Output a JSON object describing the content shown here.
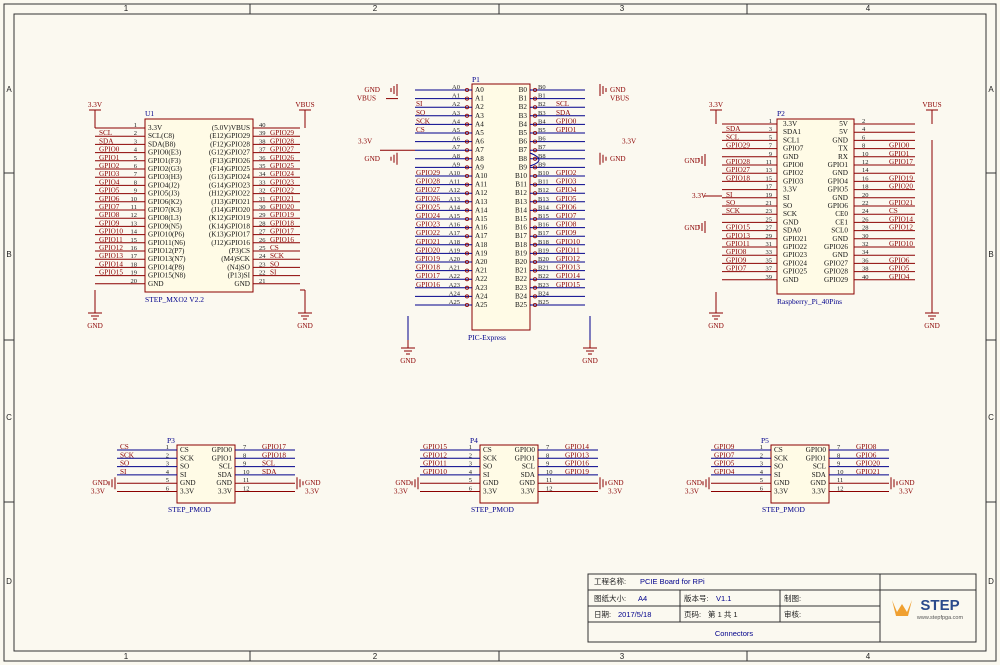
{
  "frame": {
    "columns": [
      "1",
      "2",
      "3",
      "4"
    ],
    "rows": [
      "A",
      "B",
      "C",
      "D"
    ]
  },
  "u1": {
    "designator": "U1",
    "name": "STEP_MXO2 V2.2",
    "left_pins": [
      {
        "num": "1",
        "name": "3.3V",
        "net": ""
      },
      {
        "num": "2",
        "name": "SCL(C8)",
        "net": "SCL"
      },
      {
        "num": "3",
        "name": "SDA(B8)",
        "net": "SDA"
      },
      {
        "num": "4",
        "name": "GPIO0(E3)",
        "net": "GPIO0"
      },
      {
        "num": "5",
        "name": "GPIO1(F3)",
        "net": "GPIO1"
      },
      {
        "num": "6",
        "name": "GPIO2(G3)",
        "net": "GPIO2"
      },
      {
        "num": "7",
        "name": "GPIO3(H3)",
        "net": "GPIO3"
      },
      {
        "num": "8",
        "name": "GPIO4(J2)",
        "net": "GPIO4"
      },
      {
        "num": "9",
        "name": "GPIO5(J3)",
        "net": "GPIO5"
      },
      {
        "num": "10",
        "name": "GPIO6(K2)",
        "net": "GPIO6"
      },
      {
        "num": "11",
        "name": "GPIO7(K3)",
        "net": "GPIO7"
      },
      {
        "num": "12",
        "name": "GPIO8(L3)",
        "net": "GPIO8"
      },
      {
        "num": "13",
        "name": "GPIO9(N5)",
        "net": "GPIO9"
      },
      {
        "num": "14",
        "name": "GPIO10(P6)",
        "net": "GPIO10"
      },
      {
        "num": "15",
        "name": "GPIO11(N6)",
        "net": "GPIO11"
      },
      {
        "num": "16",
        "name": "GPIO12(P7)",
        "net": "GPIO12"
      },
      {
        "num": "17",
        "name": "GPIO13(N7)",
        "net": "GPIO13"
      },
      {
        "num": "18",
        "name": "GPIO14(P8)",
        "net": "GPIO14"
      },
      {
        "num": "19",
        "name": "GPIO15(N8)",
        "net": "GPIO15"
      },
      {
        "num": "20",
        "name": "GND",
        "net": ""
      }
    ],
    "right_pins": [
      {
        "num": "40",
        "name": "(5.0V)VBUS",
        "net": ""
      },
      {
        "num": "39",
        "name": "(E12)GPIO29",
        "net": "GPIO29"
      },
      {
        "num": "38",
        "name": "(F12)GPIO28",
        "net": "GPIO28"
      },
      {
        "num": "37",
        "name": "(G12)GPIO27",
        "net": "GPIO27"
      },
      {
        "num": "36",
        "name": "(F13)GPIO26",
        "net": "GPIO26"
      },
      {
        "num": "35",
        "name": "(F14)GPIO25",
        "net": "GPIO25"
      },
      {
        "num": "34",
        "name": "(G13)GPIO24",
        "net": "GPIO24"
      },
      {
        "num": "33",
        "name": "(G14)GPIO23",
        "net": "GPIO23"
      },
      {
        "num": "32",
        "name": "(H12)GPIO22",
        "net": "GPIO22"
      },
      {
        "num": "31",
        "name": "(J13)GPIO21",
        "net": "GPIO21"
      },
      {
        "num": "30",
        "name": "(J14)GPIO20",
        "net": "GPIO20"
      },
      {
        "num": "29",
        "name": "(K12)GPIO19",
        "net": "GPIO19"
      },
      {
        "num": "28",
        "name": "(K14)GPIO18",
        "net": "GPIO18"
      },
      {
        "num": "27",
        "name": "(K13)GPIO17",
        "net": "GPIO17"
      },
      {
        "num": "26",
        "name": "(J12)GPIO16",
        "net": "GPIO16"
      },
      {
        "num": "25",
        "name": "(P3)CS",
        "net": "CS"
      },
      {
        "num": "24",
        "name": "(M4)SCK",
        "net": "SCK"
      },
      {
        "num": "23",
        "name": "(N4)SO",
        "net": "SO"
      },
      {
        "num": "22",
        "name": "(P13)SI",
        "net": "SI"
      },
      {
        "num": "21",
        "name": "GND",
        "net": ""
      }
    ],
    "power": {
      "left": "3.3V",
      "right": "VBUS",
      "gnd": "GND"
    }
  },
  "p1": {
    "designator": "P1",
    "name": "PIC-Express",
    "a_pins": [
      {
        "name": "A0",
        "net": "GND"
      },
      {
        "name": "A1",
        "net": "VBUS"
      },
      {
        "name": "A2",
        "net": "SI"
      },
      {
        "name": "A3",
        "net": "SO"
      },
      {
        "name": "A4",
        "net": "SCK"
      },
      {
        "name": "A5",
        "net": "CS"
      },
      {
        "name": "A6",
        "net": ""
      },
      {
        "name": "A7",
        "net": "3.3V"
      },
      {
        "name": "A8",
        "net": "GND"
      },
      {
        "name": "A9",
        "net": ""
      },
      {
        "name": "A10",
        "net": "GPIO29"
      },
      {
        "name": "A11",
        "net": "GPIO28"
      },
      {
        "name": "A12",
        "net": "GPIO27"
      },
      {
        "name": "A13",
        "net": "GPIO26"
      },
      {
        "name": "A14",
        "net": "GPIO25"
      },
      {
        "name": "A15",
        "net": "GPIO24"
      },
      {
        "name": "A16",
        "net": "GPIO23"
      },
      {
        "name": "A17",
        "net": "GPIO22"
      },
      {
        "name": "A18",
        "net": "GPIO21"
      },
      {
        "name": "A19",
        "net": "GPIO20"
      },
      {
        "name": "A20",
        "net": "GPIO19"
      },
      {
        "name": "A21",
        "net": "GPIO18"
      },
      {
        "name": "A22",
        "net": "GPIO17"
      },
      {
        "name": "A23",
        "net": "GPIO16"
      },
      {
        "name": "A24",
        "net": ""
      },
      {
        "name": "A25",
        "net": ""
      }
    ],
    "b_pins": [
      {
        "name": "B0",
        "net": "GND"
      },
      {
        "name": "B1",
        "net": "VBUS"
      },
      {
        "name": "B2",
        "net": "SCL"
      },
      {
        "name": "B3",
        "net": "SDA"
      },
      {
        "name": "B4",
        "net": "GPIO0"
      },
      {
        "name": "B5",
        "net": "GPIO1"
      },
      {
        "name": "B6",
        "net": "3.3V"
      },
      {
        "name": "B7",
        "net": ""
      },
      {
        "name": "B8",
        "net": "GND"
      },
      {
        "name": "B9",
        "net": ""
      },
      {
        "name": "B10",
        "net": "GPIO2"
      },
      {
        "name": "B11",
        "net": "GPIO3"
      },
      {
        "name": "B12",
        "net": "GPIO4"
      },
      {
        "name": "B13",
        "net": "GPIO5"
      },
      {
        "name": "B14",
        "net": "GPIO6"
      },
      {
        "name": "B15",
        "net": "GPIO7"
      },
      {
        "name": "B16",
        "net": "GPIO8"
      },
      {
        "name": "B17",
        "net": "GPIO9"
      },
      {
        "name": "B18",
        "net": "GPIO10"
      },
      {
        "name": "B19",
        "net": "GPIO11"
      },
      {
        "name": "B20",
        "net": "GPIO12"
      },
      {
        "name": "B21",
        "net": "GPIO13"
      },
      {
        "name": "B22",
        "net": "GPIO14"
      },
      {
        "name": "B23",
        "net": "GPIO15"
      },
      {
        "name": "B24",
        "net": ""
      },
      {
        "name": "B25",
        "net": ""
      }
    ]
  },
  "p2": {
    "designator": "P2",
    "name": "Raspberry_Pi_40Pins",
    "left_pins": [
      {
        "num": "1",
        "name": "3.3V",
        "net": ""
      },
      {
        "num": "3",
        "name": "SDA1",
        "net": "SDA"
      },
      {
        "num": "5",
        "name": "SCL1",
        "net": "SCL"
      },
      {
        "num": "7",
        "name": "GPIO7",
        "net": "GPIO29"
      },
      {
        "num": "9",
        "name": "GND",
        "net": ""
      },
      {
        "num": "11",
        "name": "GPIO0",
        "net": "GPIO28"
      },
      {
        "num": "13",
        "name": "GPIO2",
        "net": "GPIO27"
      },
      {
        "num": "15",
        "name": "GPIO3",
        "net": "GPIO18"
      },
      {
        "num": "17",
        "name": "3.3V",
        "net": ""
      },
      {
        "num": "19",
        "name": "SI",
        "net": "SI"
      },
      {
        "num": "21",
        "name": "SO",
        "net": "SO"
      },
      {
        "num": "23",
        "name": "SCK",
        "net": "SCK"
      },
      {
        "num": "25",
        "name": "GND",
        "net": ""
      },
      {
        "num": "27",
        "name": "SDA0",
        "net": "GPIO15"
      },
      {
        "num": "29",
        "name": "GPIO21",
        "net": "GPIO13"
      },
      {
        "num": "31",
        "name": "GPIO22",
        "net": "GPIO11"
      },
      {
        "num": "33",
        "name": "GPIO23",
        "net": "GPIO8"
      },
      {
        "num": "35",
        "name": "GPIO24",
        "net": "GPIO9"
      },
      {
        "num": "37",
        "name": "GPIO25",
        "net": "GPIO7"
      },
      {
        "num": "39",
        "name": "GND",
        "net": ""
      }
    ],
    "right_pins": [
      {
        "num": "2",
        "name": "5V",
        "net": ""
      },
      {
        "num": "4",
        "name": "5V",
        "net": ""
      },
      {
        "num": "6",
        "name": "GND",
        "net": ""
      },
      {
        "num": "8",
        "name": "TX",
        "net": "GPIO0"
      },
      {
        "num": "10",
        "name": "RX",
        "net": "GPIO1"
      },
      {
        "num": "12",
        "name": "GPIO1",
        "net": "GPIO17"
      },
      {
        "num": "14",
        "name": "GND",
        "net": ""
      },
      {
        "num": "16",
        "name": "GPIO4",
        "net": "GPIO19"
      },
      {
        "num": "18",
        "name": "GPIO5",
        "net": "GPIO20"
      },
      {
        "num": "20",
        "name": "GND",
        "net": ""
      },
      {
        "num": "22",
        "name": "GPIO6",
        "net": "GPIO21"
      },
      {
        "num": "24",
        "name": "CE0",
        "net": "CS"
      },
      {
        "num": "26",
        "name": "CE1",
        "net": "GPIO14"
      },
      {
        "num": "28",
        "name": "SCL0",
        "net": "GPIO12"
      },
      {
        "num": "30",
        "name": "GND",
        "net": ""
      },
      {
        "num": "32",
        "name": "GPIO26",
        "net": "GPIO10"
      },
      {
        "num": "34",
        "name": "GND",
        "net": ""
      },
      {
        "num": "36",
        "name": "GPIO27",
        "net": "GPIO6"
      },
      {
        "num": "38",
        "name": "GPIO28",
        "net": "GPIO5"
      },
      {
        "num": "40",
        "name": "GPIO29",
        "net": "GPIO4"
      }
    ],
    "power": {
      "left": "3.3V",
      "right": "VBUS",
      "gnd": "GND",
      "mid": "3.3V"
    }
  },
  "pmods": [
    {
      "designator": "P3",
      "name": "STEP_PMOD",
      "left": [
        {
          "num": "1",
          "name": "CS",
          "net": "CS"
        },
        {
          "num": "2",
          "name": "SCK",
          "net": "SCK"
        },
        {
          "num": "3",
          "name": "SO",
          "net": "SO"
        },
        {
          "num": "4",
          "name": "SI",
          "net": "SI"
        },
        {
          "num": "5",
          "name": "GND",
          "net": ""
        },
        {
          "num": "6",
          "name": "3.3V",
          "net": ""
        }
      ],
      "right": [
        {
          "num": "7",
          "name": "GPIO0",
          "net": "GPIO17"
        },
        {
          "num": "8",
          "name": "GPIO1",
          "net": "GPIO18"
        },
        {
          "num": "9",
          "name": "SCL",
          "net": "SCL"
        },
        {
          "num": "10",
          "name": "SDA",
          "net": "SDA"
        },
        {
          "num": "11",
          "name": "GND",
          "net": ""
        },
        {
          "num": "12",
          "name": "3.3V",
          "net": ""
        }
      ]
    },
    {
      "designator": "P4",
      "name": "STEP_PMOD",
      "left": [
        {
          "num": "1",
          "name": "CS",
          "net": "GPIO15"
        },
        {
          "num": "2",
          "name": "SCK",
          "net": "GPIO12"
        },
        {
          "num": "3",
          "name": "SO",
          "net": "GPIO11"
        },
        {
          "num": "4",
          "name": "SI",
          "net": "GPIO10"
        },
        {
          "num": "5",
          "name": "GND",
          "net": ""
        },
        {
          "num": "6",
          "name": "3.3V",
          "net": ""
        }
      ],
      "right": [
        {
          "num": "7",
          "name": "GPIO0",
          "net": "GPIO14"
        },
        {
          "num": "8",
          "name": "GPIO1",
          "net": "GPIO13"
        },
        {
          "num": "9",
          "name": "SCL",
          "net": "GPIO16"
        },
        {
          "num": "10",
          "name": "SDA",
          "net": "GPIO19"
        },
        {
          "num": "11",
          "name": "GND",
          "net": ""
        },
        {
          "num": "12",
          "name": "3.3V",
          "net": ""
        }
      ]
    },
    {
      "designator": "P5",
      "name": "STEP_PMOD",
      "left": [
        {
          "num": "1",
          "name": "CS",
          "net": "GPIO9"
        },
        {
          "num": "2",
          "name": "SCK",
          "net": "GPIO7"
        },
        {
          "num": "3",
          "name": "SO",
          "net": "GPIO5"
        },
        {
          "num": "4",
          "name": "SI",
          "net": "GPIO4"
        },
        {
          "num": "5",
          "name": "GND",
          "net": ""
        },
        {
          "num": "6",
          "name": "3.3V",
          "net": ""
        }
      ],
      "right": [
        {
          "num": "7",
          "name": "GPIO0",
          "net": "GPIO8"
        },
        {
          "num": "8",
          "name": "GPIO1",
          "net": "GPIO6"
        },
        {
          "num": "9",
          "name": "SCL",
          "net": "GPIO20"
        },
        {
          "num": "10",
          "name": "SDA",
          "net": "GPIO21"
        },
        {
          "num": "11",
          "name": "GND",
          "net": ""
        },
        {
          "num": "12",
          "name": "3.3V",
          "net": ""
        }
      ]
    }
  ],
  "pmod_power": {
    "gnd": "GND",
    "v33": "3.3V"
  },
  "title_block": {
    "project_label": "工程名称:",
    "project": "PCIE Board for RPi",
    "paper_label": "图纸大小:",
    "paper": "A4",
    "version_label": "版本号:",
    "version": "V1.1",
    "drawn_label": "制图:",
    "drawn": "",
    "date_label": "日期:",
    "date": "2017/5/18",
    "page_label": "页码:",
    "page": "第 1 共 1",
    "review_label": "审核:",
    "review": "",
    "sheet": "Connectors",
    "logo_text": "STEP",
    "logo_url": "www.stepfpga.com",
    "logo_color": "#f0a030"
  }
}
